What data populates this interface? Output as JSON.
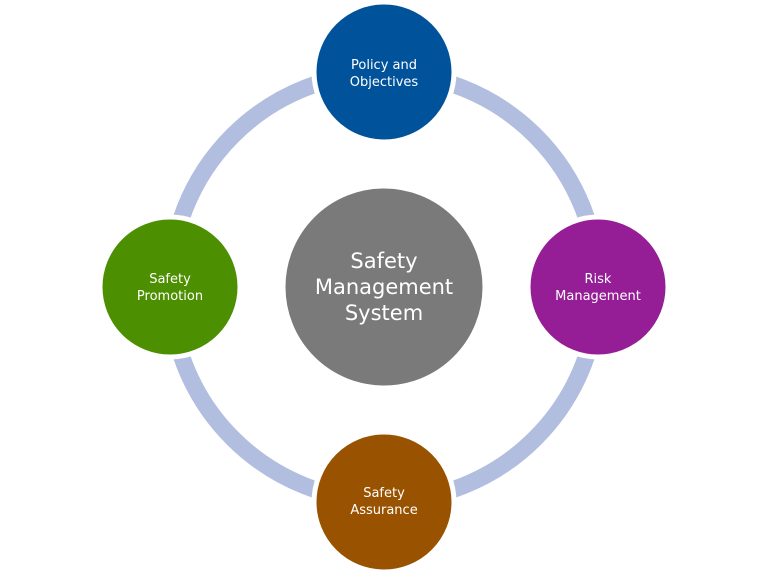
{
  "center": {
    "lines": [
      "Safety",
      "Management",
      "System"
    ],
    "color": "#7a7a7a"
  },
  "nodes": [
    {
      "id": "policy",
      "lines": [
        "Policy and",
        "Objectives"
      ],
      "color": "#00539a"
    },
    {
      "id": "risk",
      "lines": [
        "Risk",
        "Management"
      ],
      "color": "#951e97"
    },
    {
      "id": "assurance",
      "lines": [
        "Safety",
        "Assurance"
      ],
      "color": "#985200"
    },
    {
      "id": "promotion",
      "lines": [
        "Safety",
        "Promotion"
      ],
      "color": "#4c8f00"
    }
  ],
  "ring_color": "#b1bedf"
}
